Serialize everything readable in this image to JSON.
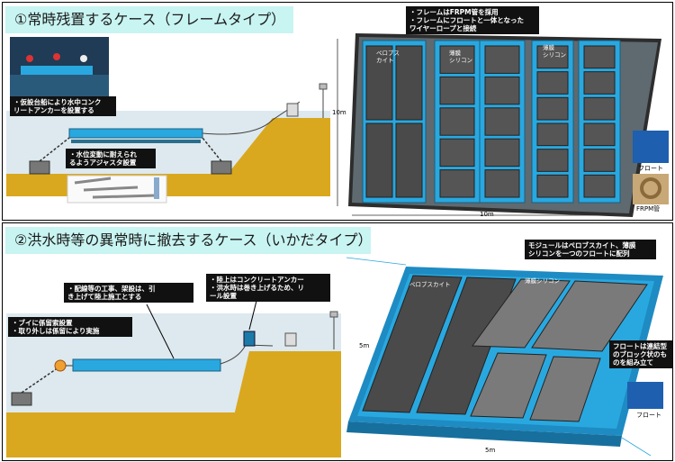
{
  "section1": {
    "title": "①常時残置するケース（フレームタイプ）",
    "callout_float": "・仮設台船により水中コンク\nリートアンカーを設置する",
    "callout_adjust": "・水位変動に耐えられ\nるようアジャスタ設置",
    "callout_frame": "・フレームはFRPM管を採用\n・フレームにフロートと一体となった\nワイヤーロープと接続",
    "module_labels": [
      "ペロブス\nカイト",
      "薄膜\nシリコン",
      "薄膜\nシリコン"
    ],
    "dim_height": "10m",
    "dim_width": "10m",
    "photo_float_label": "フロート",
    "photo_pipe_label": "FRPM管"
  },
  "section2": {
    "title": "②洪水時等の異常時に撤去するケース（いかだタイプ）",
    "callout_wiring": "・配線等の工事、架設は、引\nき上げて陸上施工とする",
    "callout_land": "・陸上はコンクリートアンカー\n・洪水時は巻き上げるため、リ\nール設置",
    "callout_buoy": "・ブイに係留索設置\n・取り外しは係留により実施",
    "callout_module": "モジュールはペロブスカイト、薄膜\nシリコンを一つのフロートに配列",
    "callout_float": "フロートは連結型\nのブロック状のも\nのを組み立て",
    "module_label_perov": "ペロブスカイト",
    "module_label_si": "薄膜シリコン",
    "dim_height": "5m",
    "dim_width": "5m",
    "photo_float_label": "フロート"
  },
  "colors": {
    "banner": "#c8f4f2",
    "ground": "#d9a81e",
    "water": "#dde9ee",
    "float_blue": "#29a8e0",
    "panel_dark": "#4a4a4a",
    "panel_gray": "#7a7a7a"
  }
}
